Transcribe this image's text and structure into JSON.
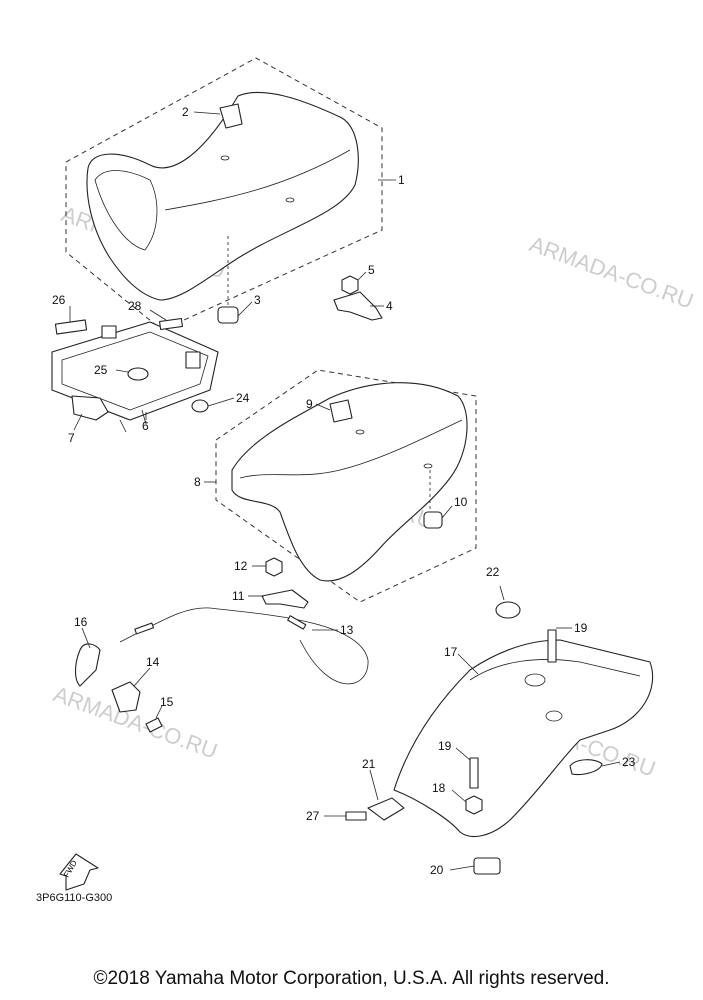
{
  "diagram": {
    "code": "3P6G110-G300",
    "fwd_label": "FWD",
    "copyright": "©2018 Yamaha Motor Corporation, U.S.A. All rights reserved.",
    "watermark": "ARMADA-CO.RU",
    "callouts": {
      "c1": "1",
      "c2": "2",
      "c3": "3",
      "c4": "4",
      "c5": "5",
      "c6": "6",
      "c7": "7",
      "c8": "8",
      "c9": "9",
      "c10": "10",
      "c11": "11",
      "c12": "12",
      "c13": "13",
      "c14": "14",
      "c15": "15",
      "c16": "16",
      "c17": "17",
      "c18": "18",
      "c19a": "19",
      "c19b": "19",
      "c20": "20",
      "c21": "21",
      "c22": "22",
      "c23": "23",
      "c24": "24",
      "c25": "25",
      "c26": "26",
      "c27": "27",
      "c28": "28"
    }
  }
}
